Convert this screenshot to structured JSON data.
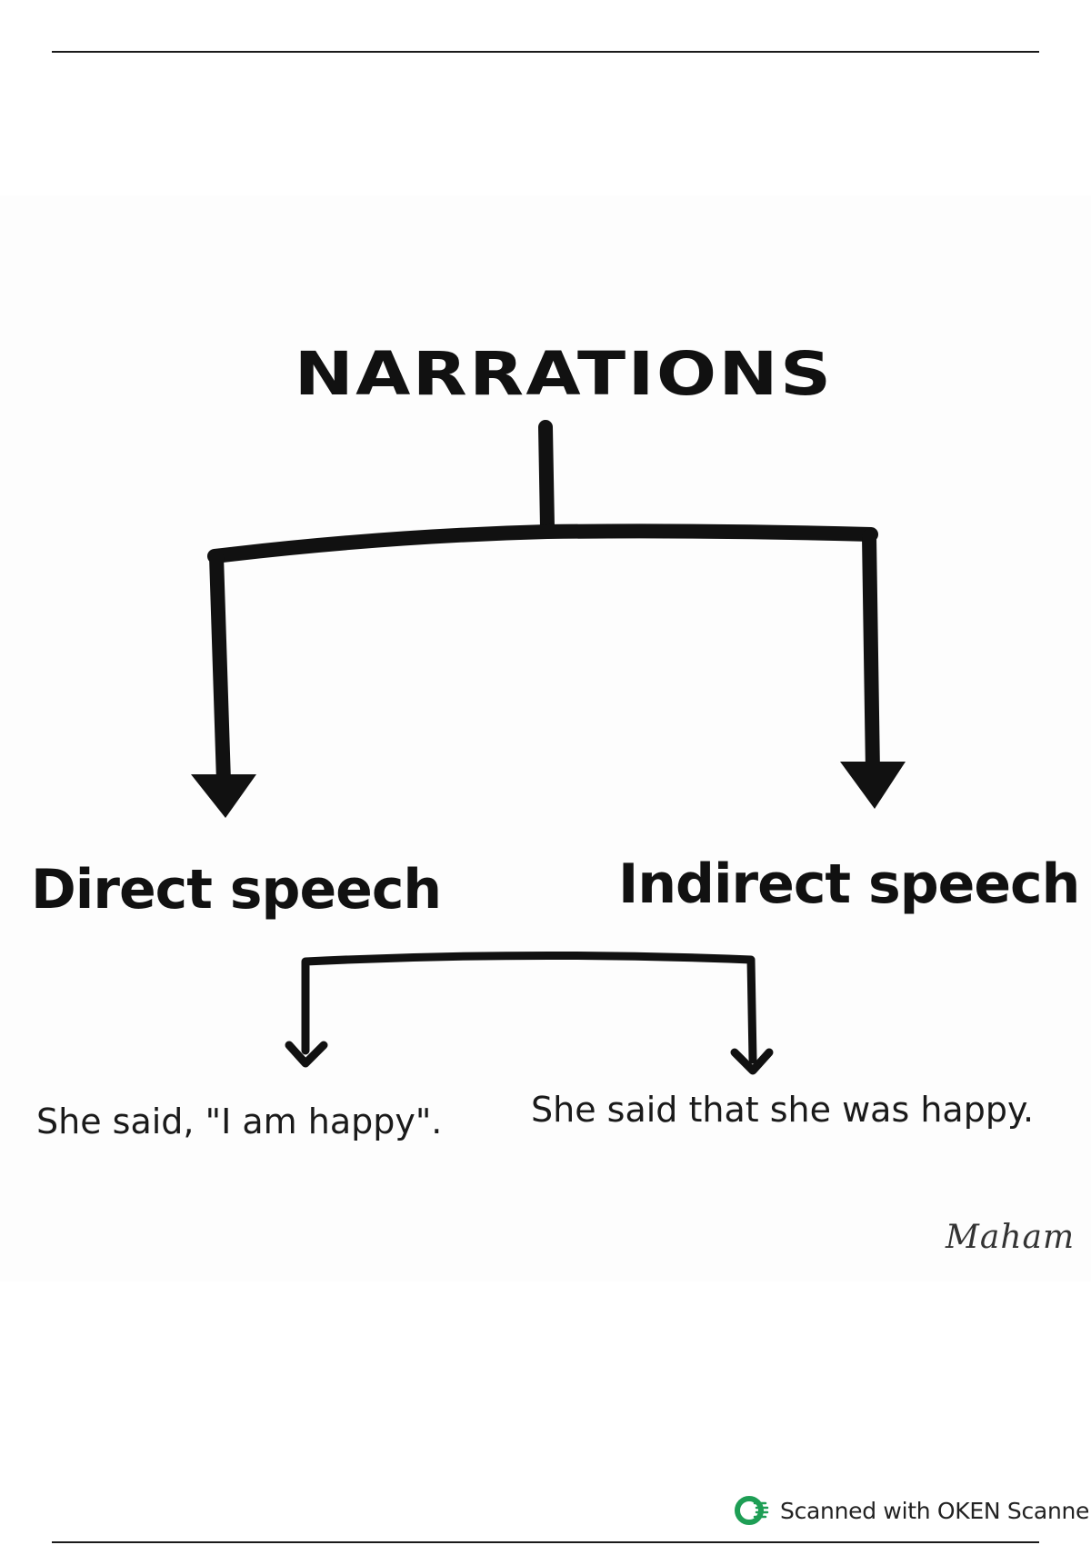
{
  "diagram": {
    "title": "NARRATIONS",
    "branches": [
      {
        "label": "Direct speech",
        "example": "She said, \"I am happy\"."
      },
      {
        "label": "Indirect speech",
        "example": "She said that she was happy."
      }
    ]
  },
  "signature": "Maham",
  "footer": {
    "scanner_text": "Scanned with OKEN Scanner",
    "icon": "oken-scanner-logo-icon",
    "accent_color": "#1e9e55"
  },
  "colors": {
    "ink": "#111111",
    "background": "#ffffff"
  }
}
